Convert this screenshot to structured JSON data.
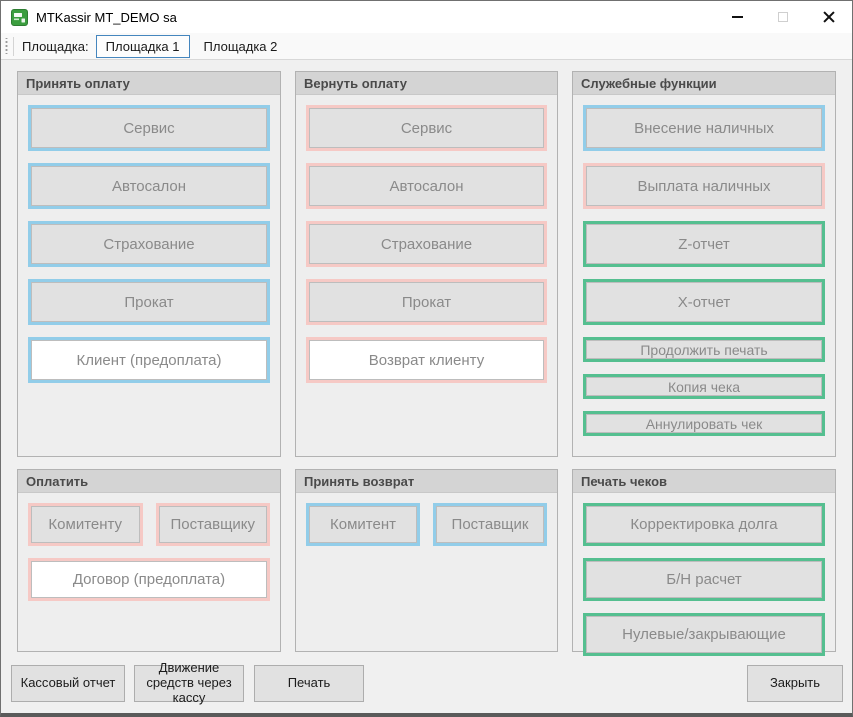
{
  "window": {
    "title": "MTKassir MT_DEMO sa"
  },
  "toolbar": {
    "label": "Площадка:",
    "sites": [
      {
        "label": "Площадка 1",
        "selected": true
      },
      {
        "label": "Площадка 2",
        "selected": false
      }
    ]
  },
  "groups": [
    {
      "title": "Принять оплату",
      "buttons": [
        {
          "label": "Сервис",
          "color": "blue"
        },
        {
          "label": "Автосалон",
          "color": "blue"
        },
        {
          "label": "Страхование",
          "color": "blue"
        },
        {
          "label": "Прокат",
          "color": "blue"
        },
        {
          "label": "Клиент (предоплата)",
          "color": "blue",
          "background": "white"
        }
      ]
    },
    {
      "title": "Вернуть оплату",
      "buttons": [
        {
          "label": "Сервис",
          "color": "pink"
        },
        {
          "label": "Автосалон",
          "color": "pink"
        },
        {
          "label": "Страхование",
          "color": "pink"
        },
        {
          "label": "Прокат",
          "color": "pink"
        },
        {
          "label": "Возврат клиенту",
          "color": "pink",
          "background": "white"
        }
      ]
    },
    {
      "title": "Служебные функции",
      "buttons": [
        {
          "label": "Внесение наличных",
          "color": "blue"
        },
        {
          "label": "Выплата наличных",
          "color": "pink"
        },
        {
          "label": "Z-отчет",
          "color": "green"
        },
        {
          "label": "X-отчет",
          "color": "green"
        },
        {
          "label": "Продолжить печать",
          "color": "green",
          "size": "small"
        },
        {
          "label": "Копия чека",
          "color": "green",
          "size": "small"
        },
        {
          "label": "Аннулировать чек",
          "color": "green",
          "size": "small"
        }
      ]
    },
    {
      "title": "Оплатить",
      "buttons": [
        {
          "label": "Комитенту",
          "color": "pink"
        },
        {
          "label": "Поставщику",
          "color": "pink"
        },
        {
          "label": "Договор (предоплата)",
          "color": "pink",
          "background": "white"
        }
      ]
    },
    {
      "title": "Принять возврат",
      "buttons": [
        {
          "label": "Комитент",
          "color": "blue"
        },
        {
          "label": "Поставщик",
          "color": "blue"
        }
      ]
    },
    {
      "title": "Печать чеков",
      "buttons": [
        {
          "label": "Корректировка долга",
          "color": "green"
        },
        {
          "label": "Б/Н расчет",
          "color": "green"
        },
        {
          "label": "Нулевые/закрывающие",
          "color": "green"
        }
      ]
    }
  ],
  "footer": {
    "buttons": [
      {
        "label": "Кассовый отчет"
      },
      {
        "label": "Движение средств через кассу"
      },
      {
        "label": "Печать"
      }
    ],
    "close_label": "Закрыть"
  },
  "colors": {
    "accent_blue": "#92cde9",
    "accent_pink": "#f6c9c5",
    "accent_green": "#55bf90",
    "button_bg": "#e1e1e1",
    "button_text": "#8a8a8a",
    "group_header_bg": "#d4d4d4"
  }
}
